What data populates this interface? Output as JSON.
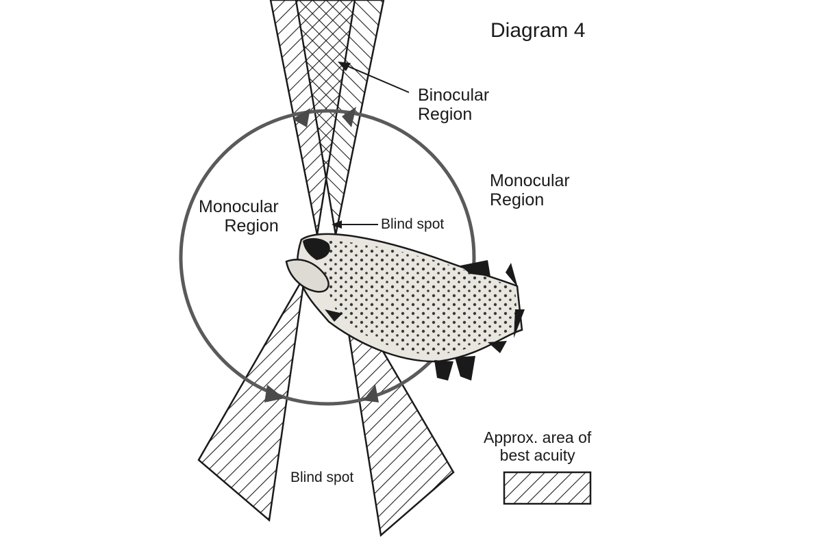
{
  "title": "Diagram 4",
  "labels": {
    "binocular_region": [
      "Binocular",
      "Region"
    ],
    "monocular_region_left": [
      "Monocular",
      "Region"
    ],
    "monocular_region_right": [
      "Monocular",
      "Region"
    ],
    "blind_spot_top": "Blind spot",
    "blind_spot_bottom": "Blind spot"
  },
  "legend": {
    "text": [
      "Approx. area of",
      "best acuity"
    ],
    "swatch": "hatched"
  },
  "colors": {
    "ink": "#1a1a1a",
    "circle": "#5a5a5a",
    "fish_body": "#e9e6e0",
    "background": "#ffffff"
  }
}
